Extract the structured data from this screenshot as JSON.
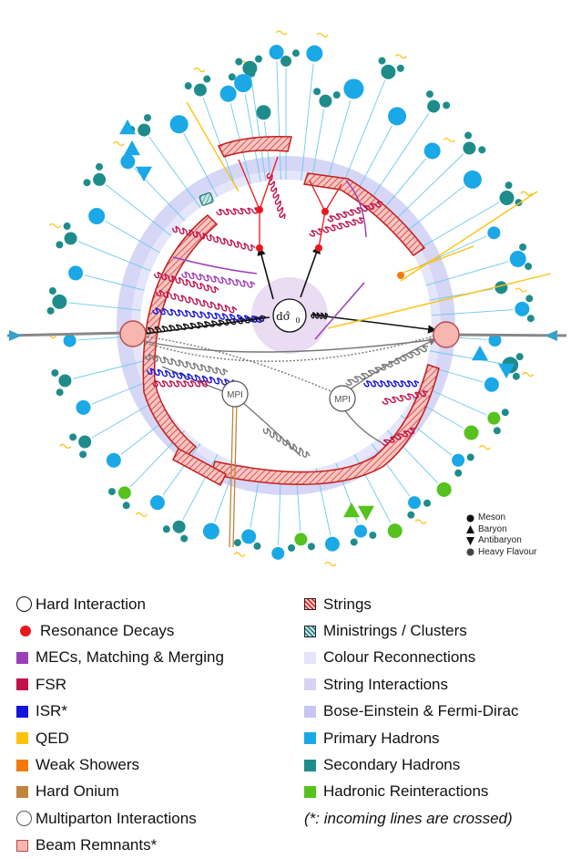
{
  "labels": {
    "hard_process": "dσ̂",
    "hard_process_sub": "0",
    "mpi_left": "MPI",
    "mpi_right": "MPI"
  },
  "shape_legend": [
    {
      "symbol": "circle",
      "label": "Meson"
    },
    {
      "symbol": "triangle-up",
      "label": "Baryon"
    },
    {
      "symbol": "triangle-down",
      "label": "Antibaryon"
    },
    {
      "symbol": "circle-dark",
      "label": "Heavy Flavour"
    }
  ],
  "legend_left": [
    {
      "type": "circle-outline",
      "color": "#111111",
      "label": "Hard Interaction"
    },
    {
      "type": "dot",
      "color": "#e8191c",
      "label": "Resonance Decays"
    },
    {
      "type": "square",
      "color": "#9b3fb8",
      "label": "MECs, Matching & Merging"
    },
    {
      "type": "square",
      "color": "#c0134a",
      "label": "FSR"
    },
    {
      "type": "square",
      "color": "#1515d9",
      "label": "ISR*"
    },
    {
      "type": "square",
      "color": "#ffc20e",
      "label": "QED"
    },
    {
      "type": "square",
      "color": "#f47a0c",
      "label": "Weak Showers"
    },
    {
      "type": "square",
      "color": "#c1843b",
      "label": "Hard Onium"
    },
    {
      "type": "circle-outline",
      "color": "#555555",
      "label": "Multiparton Interactions"
    },
    {
      "type": "square",
      "color": "#f7b6b0",
      "label": "Beam Remnants*"
    }
  ],
  "legend_right": [
    {
      "type": "hatch-red",
      "color": "#d42a2a",
      "label": "Strings"
    },
    {
      "type": "hatch-teal",
      "color": "#2a8f8f",
      "label": "Ministrings / Clusters"
    },
    {
      "type": "square",
      "color": "#e4e4fb",
      "label": "Colour Reconnections"
    },
    {
      "type": "square",
      "color": "#d6d3f4",
      "label": "String Interactions"
    },
    {
      "type": "square",
      "color": "#c6c6f1",
      "label": "Bose-Einstein & Fermi-Dirac"
    },
    {
      "type": "square",
      "color": "#1aa8e6",
      "label": "Primary Hadrons"
    },
    {
      "type": "square",
      "color": "#1f8c8c",
      "label": "Secondary Hadrons"
    },
    {
      "type": "square",
      "color": "#55c21e",
      "label": "Hadronic Reinteractions"
    }
  ],
  "footnote": "(*: incoming lines are crossed)",
  "colors": {
    "primary": "#1aa8e6",
    "secondary": "#1f8c8c",
    "reinteraction": "#55c21e",
    "qed": "#ffc20e",
    "fsr": "#c0134a",
    "isr": "#1515d9",
    "mec": "#9b3fb8",
    "resonance": "#e8191c",
    "string": "#d42a2a",
    "remnant": "#f7b6b0"
  }
}
